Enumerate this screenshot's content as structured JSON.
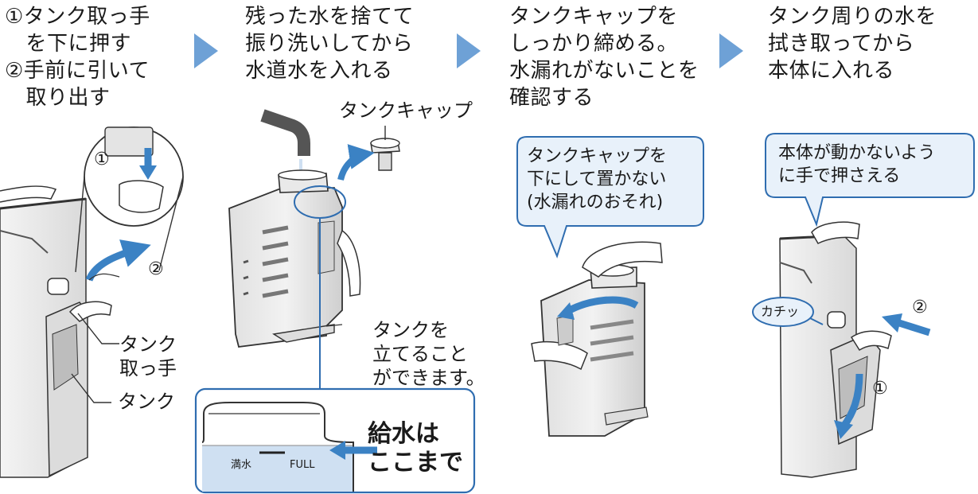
{
  "steps": [
    {
      "title": "①タンク取っ手\n　を下に押す\n②手前に引いて\n　取り出す"
    },
    {
      "title": "残った水を捨てて\n振り洗いしてから\n水道水を入れる"
    },
    {
      "title": "タンクキャップを\nしっかり締める。\n水漏れがないことを\n確認する"
    },
    {
      "title": "タンク周りの水を\n拭き取ってから\n本体に入れる"
    }
  ],
  "step1": {
    "circled_1": "①",
    "circled_2": "②",
    "tank_handle": "タンク\n取っ手",
    "tank": "タンク"
  },
  "step2": {
    "tank_cap": "タンクキャップ",
    "stand_note": "タンクを\n立てること\nができます。",
    "mark_jp": "満水",
    "mark_en": "FULL",
    "fill_note": "給水は\nここまで"
  },
  "step3": {
    "callout": "タンクキャップを\n下にして置かない\n(水漏れのおそれ)"
  },
  "step4": {
    "callout": "本体が動かないよう\nに手で押さえる",
    "click": "カチッ",
    "circled_1": "①",
    "circled_2": "②"
  },
  "colors": {
    "accent_blue": "#3b82c4",
    "arrow_blue": "#6ea1d6",
    "line_blue": "#2f6db0",
    "bubble_fill": "#e8f1fa",
    "water": "#cfe0f2"
  }
}
